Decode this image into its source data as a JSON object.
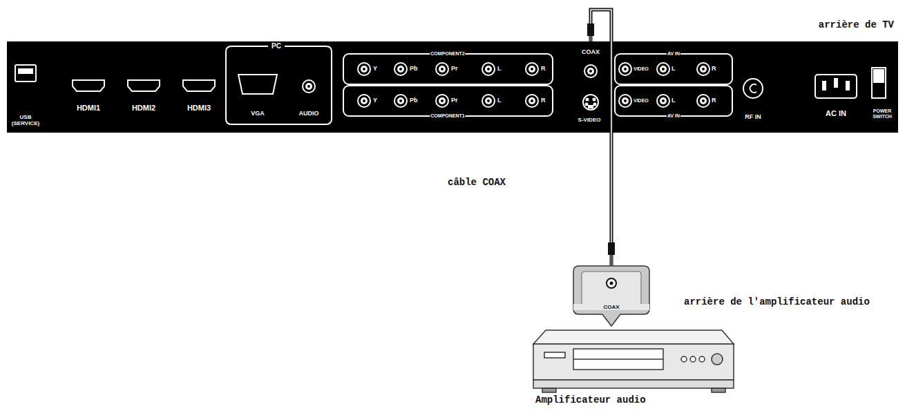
{
  "diagram": {
    "nodes": [
      {
        "text": [
          "arrière de TV"
        ]
      },
      {
        "text": [
          "COAX"
        ]
      }
    ],
    "edges": [
      {
        "from": 0,
        "to": 1,
        "arrow": "none",
        "label": "câble COAX"
      }
    ],
    "labels": [
      "USB (SERVICE)",
      "HDMI1",
      "HDMI2",
      "HDMI3",
      "PC",
      "VGA",
      "AUDIO",
      "COMPONENT2",
      "Y",
      "Pb",
      "Pr",
      "L",
      "R",
      "Y",
      "Pb",
      "Pr",
      "L",
      "R",
      "COMPONENT1",
      "COAX",
      "AV IN",
      "VIDEO",
      "L",
      "R",
      "VIDEO",
      "L",
      "R",
      "AV IN",
      "S-VIDEO",
      "RF IN",
      "AC IN",
      "POWER SWITCH",
      "arrière de l'amplificateur audio",
      "Amplificateur audio"
    ]
  }
}
